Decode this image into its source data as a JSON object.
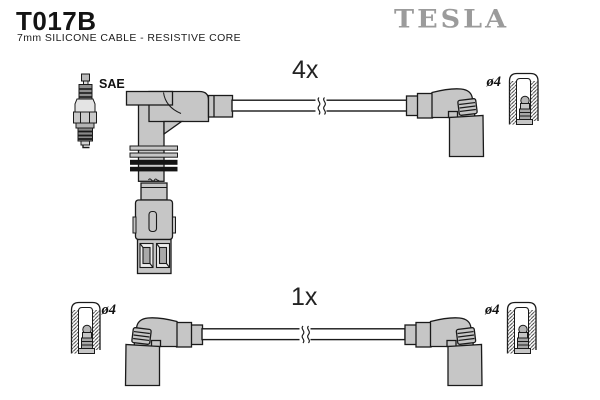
{
  "header": {
    "part_number": "T017B",
    "description": "7mm SILICONE CABLE - RESISTIVE CORE",
    "brand_logo": "TESLA"
  },
  "labels": {
    "top_set_quantity": "4x",
    "bottom_set_quantity": "1x",
    "spark_plug_standard": "SAE",
    "top_right_terminal_diameter": "ø4",
    "bottom_left_terminal_diameter": "ø4",
    "bottom_right_terminal_diameter": "ø4"
  },
  "colors": {
    "background": "#ffffff",
    "brand_gray": "#9b9b9b",
    "connector_gray": "#c6c6c6",
    "rib_black": "#141414",
    "outline": "#1a1a1a"
  }
}
